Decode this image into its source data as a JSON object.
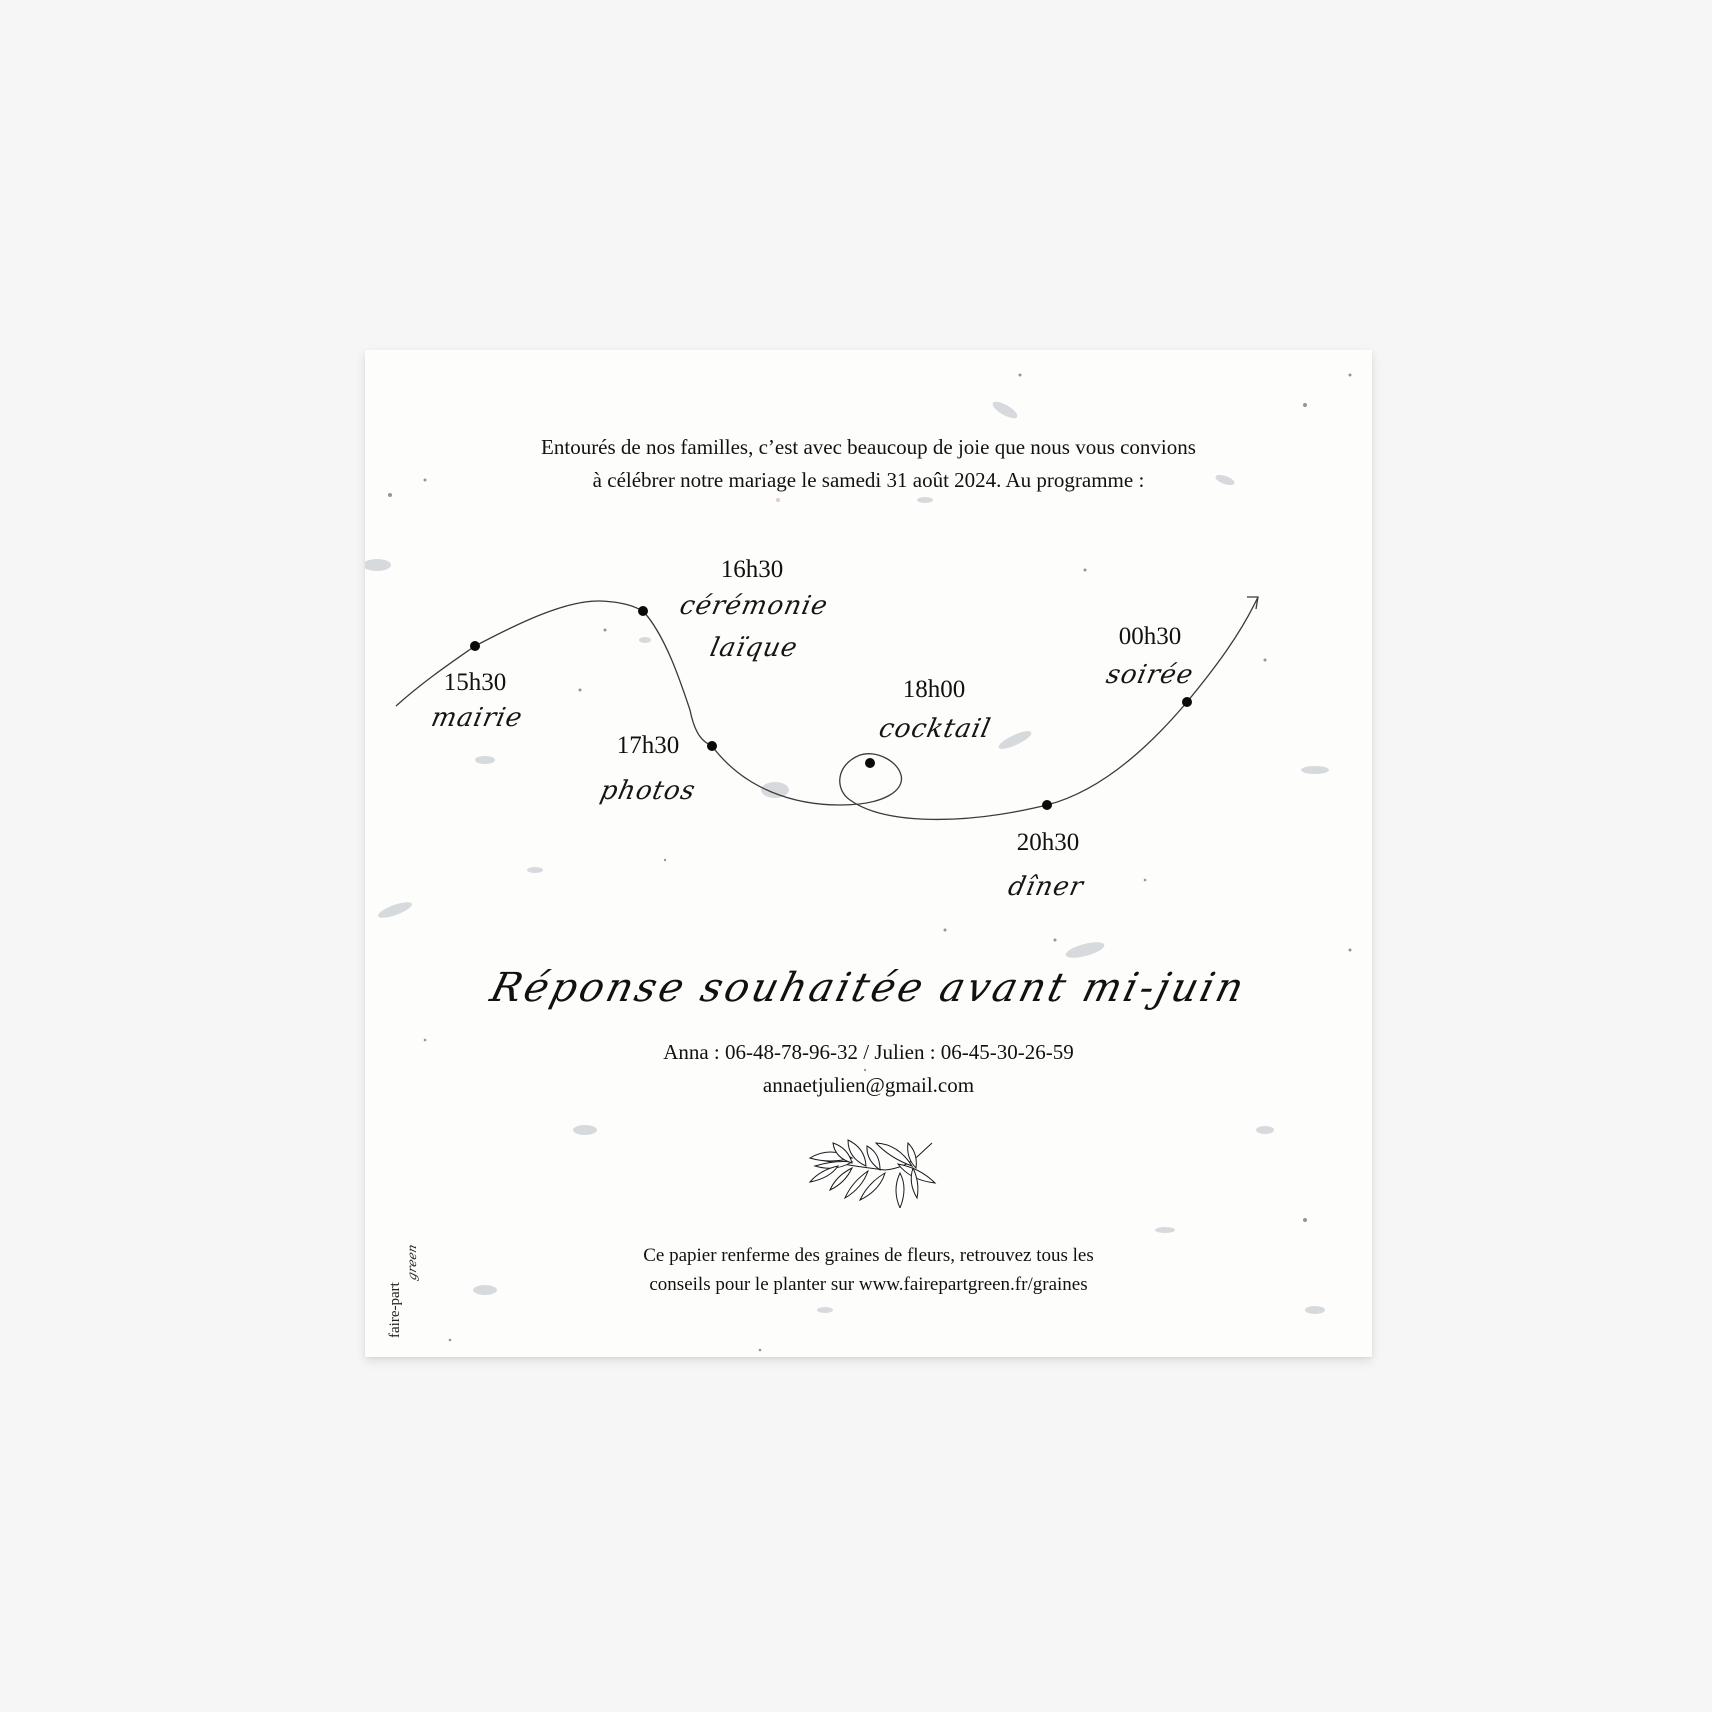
{
  "page": {
    "background": "#f6f6f6",
    "card_color": "#fdfdfc",
    "ink_color": "#111111"
  },
  "intro": {
    "line1": "Entourés de nos familles, c’est avec beaucoup de joie que nous vous convions",
    "line2": "à célébrer notre mariage le samedi 31 août 2024. Au programme :"
  },
  "timeline": {
    "events": [
      {
        "time": "15h30",
        "label": "mairie"
      },
      {
        "time": "16h30",
        "label": "cérémonie",
        "label2": "laïque"
      },
      {
        "time": "17h30",
        "label": "photos"
      },
      {
        "time": "18h00",
        "label": "cocktail"
      },
      {
        "time": "20h30",
        "label": "dîner"
      },
      {
        "time": "00h30",
        "label": "soirée"
      }
    ],
    "icons": {
      "path": "timeline-curve",
      "end": "arrow-icon",
      "marker": "dot-icon"
    }
  },
  "rsvp": {
    "title": "Réponse souhaitée avant mi-juin",
    "phones": "Anna : 06-48-78-96-32 / Julien : 06-45-30-26-59",
    "email": "annaetjulien@gmail.com"
  },
  "decoration": {
    "icon": "leaf-sprig-icon"
  },
  "footer": {
    "line1": "Ce papier renferme des graines de fleurs, retrouvez tous les",
    "line2": "conseils pour le planter sur www.fairepartgreen.fr/graines"
  },
  "brand": {
    "main": "faire-part",
    "sub": "green"
  }
}
